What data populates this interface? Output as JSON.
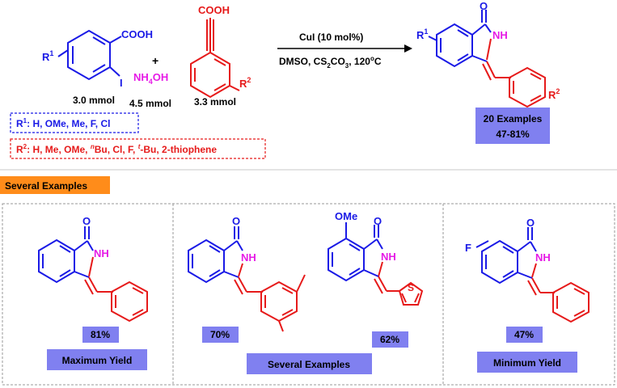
{
  "reaction": {
    "reagent_r1_label": "R",
    "reagent_r1_sup": "1",
    "cooh": "COOH",
    "iodo": "I",
    "plus": "+",
    "nh4oh": "NH",
    "nh4oh_sub": "4",
    "nh4oh_tail": "OH",
    "r2_label": "R",
    "r2_sup": "2",
    "amount_1": "3.0 mmol",
    "amount_2": "4.5 mmol",
    "amount_3": "3.3 mmol",
    "catalyst": "CuI (10 mol%)",
    "conditions_a": "DMSO, CS",
    "conditions_sub": "2",
    "conditions_b": "CO",
    "conditions_sub2": "3",
    "conditions_c": ", 120",
    "conditions_deg": "o",
    "conditions_d": "C",
    "product_o": "O",
    "product_nh": "NH",
    "product_r1": "R",
    "product_r1_sup": "1",
    "product_r2": "R",
    "product_r2_sup": "2"
  },
  "scope": {
    "r1_text": "R",
    "r1_sup": "1",
    "r1_list": ": H, OMe, Me, F, Cl",
    "r2_text": "R",
    "r2_sup": "2",
    "r2_list_a": ": H, Me, OMe, ",
    "r2_n": "n",
    "r2_list_b": "Bu, Cl, F, ",
    "r2_t": "t",
    "r2_list_c": "-Bu, 2-thiophene",
    "examples": "20 Examples",
    "yield_range": "47-81%"
  },
  "section_title": "Several Examples",
  "examples": {
    "ex1_yield": "81%",
    "ex1_caption": "Maximum Yield",
    "ex2_yield": "70%",
    "ex3_yield": "62%",
    "mid_caption": "Several Examples",
    "ex4_yield": "47%",
    "ex4_caption": "Minimum Yield",
    "o_label": "O",
    "nh_label": "NH",
    "ome_label": "OMe",
    "s_label": "S",
    "f_label": "F"
  },
  "colors": {
    "blue": "#1a1ae6",
    "red": "#e61a1a",
    "magenta": "#e61ae6",
    "orange": "#ff8c1a",
    "box": "#8080f0"
  }
}
